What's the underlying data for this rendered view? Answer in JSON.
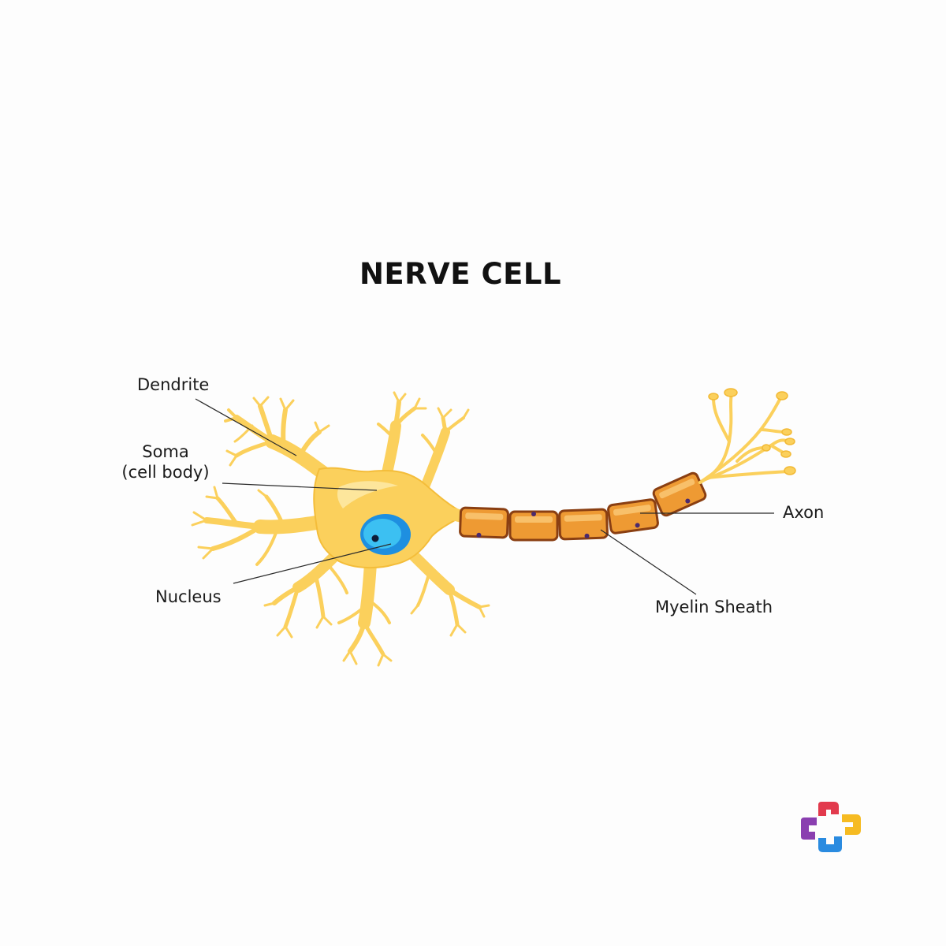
{
  "title": "NERVE CELL",
  "labels": {
    "dendrite": "Dendrite",
    "soma_line1": "Soma",
    "soma_line2": "(cell body)",
    "nucleus": "Nucleus",
    "axon": "Axon",
    "myelin": "Myelin Sheath"
  },
  "colors": {
    "cell_body": "#fbd05c",
    "cell_highlight": "#fde8a3",
    "dendrite_outline": "#f2b934",
    "nucleus_outer": "#1e8fe0",
    "nucleus_inner": "#3cc0f2",
    "nucleolus": "#0d1d3a",
    "myelin_fill": "#ee9a33",
    "myelin_outline": "#8a3f12",
    "myelin_dot": "#4b2a6d",
    "logo_red": "#e23a4d",
    "logo_purple": "#8a3fb0",
    "logo_yellow": "#f6bb22",
    "logo_blue": "#2a8be0"
  },
  "icons": {
    "logo": "health-cross-logo"
  }
}
